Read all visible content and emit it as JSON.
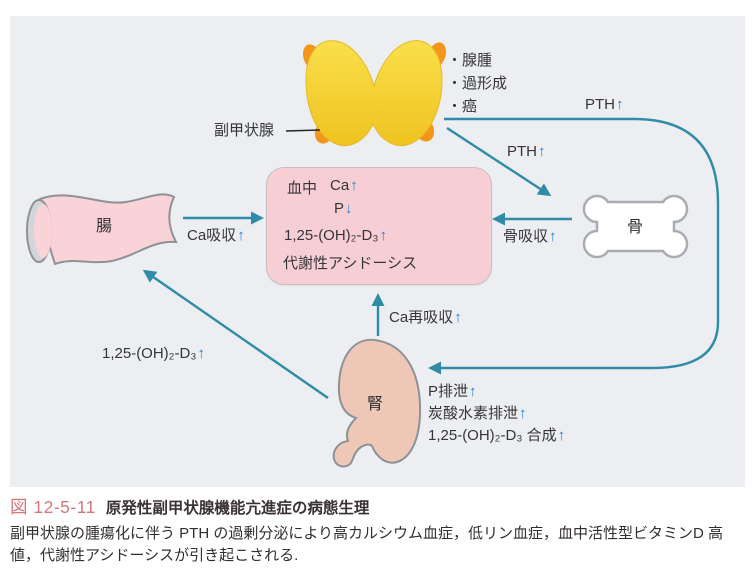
{
  "diagram": {
    "thyroid": {
      "pointer_label": "副甲状腺",
      "bullets": [
        "・腺腫",
        "・過形成",
        "・癌"
      ]
    },
    "pth_to_kidney": {
      "text": "PTH",
      "arrow": "↑"
    },
    "pth_to_bone": {
      "text": "PTH",
      "arrow": "↑"
    },
    "organs": {
      "intestine": "腸",
      "bone": "骨",
      "kidney": "腎"
    },
    "center_box": {
      "blood_label": "血中",
      "ca": {
        "text": "Ca",
        "arrow": "↑"
      },
      "p": {
        "text": "P",
        "arrow": "↓"
      },
      "vitd": {
        "text": "1,25-(OH)₂-D₃",
        "arrow": "↑"
      },
      "acidosis": "代謝性アシドーシス"
    },
    "flows": {
      "ca_absorption": {
        "text": "Ca吸収",
        "arrow": "↑"
      },
      "bone_resorption": {
        "text": "骨吸収",
        "arrow": "↑"
      },
      "ca_reabsorption": {
        "text": "Ca再吸収",
        "arrow": "↑"
      },
      "vitd_to_intestine": {
        "text": "1,25-(OH)₂-D₃",
        "arrow": "↑"
      },
      "p_excretion": {
        "text": "P排泄",
        "arrow": "↑"
      },
      "bicarb_excretion": {
        "text": "炭酸水素排泄",
        "arrow": "↑"
      },
      "vitd_synthesis": {
        "text": "1,25-(OH)₂-D₃ 合成",
        "arrow": "↑"
      }
    }
  },
  "caption": {
    "figure_label": "図 12-5-11",
    "title": "原発性副甲状腺機能亢進症の病態生理",
    "body": "副甲状腺の腫瘍化に伴う PTH の過剰分泌により高カルシウム血症，低リン血症，血中活性型ビタミンD 高値，代謝性アシドーシスが引き起こされる."
  },
  "colors": {
    "panel_bg": "#ECEEF2",
    "arrow_teal": "#2F8CA8",
    "arrow_blue": "#1F7FD8",
    "center_box_pink": "#F8CED5",
    "intestine_pink": "#F9D3D7",
    "kidney_tan": "#EEC7B7",
    "thyroid_yellow": "#F5D435",
    "parathyroid_orange": "#F5961C",
    "figure_label_red": "#D5787C"
  }
}
